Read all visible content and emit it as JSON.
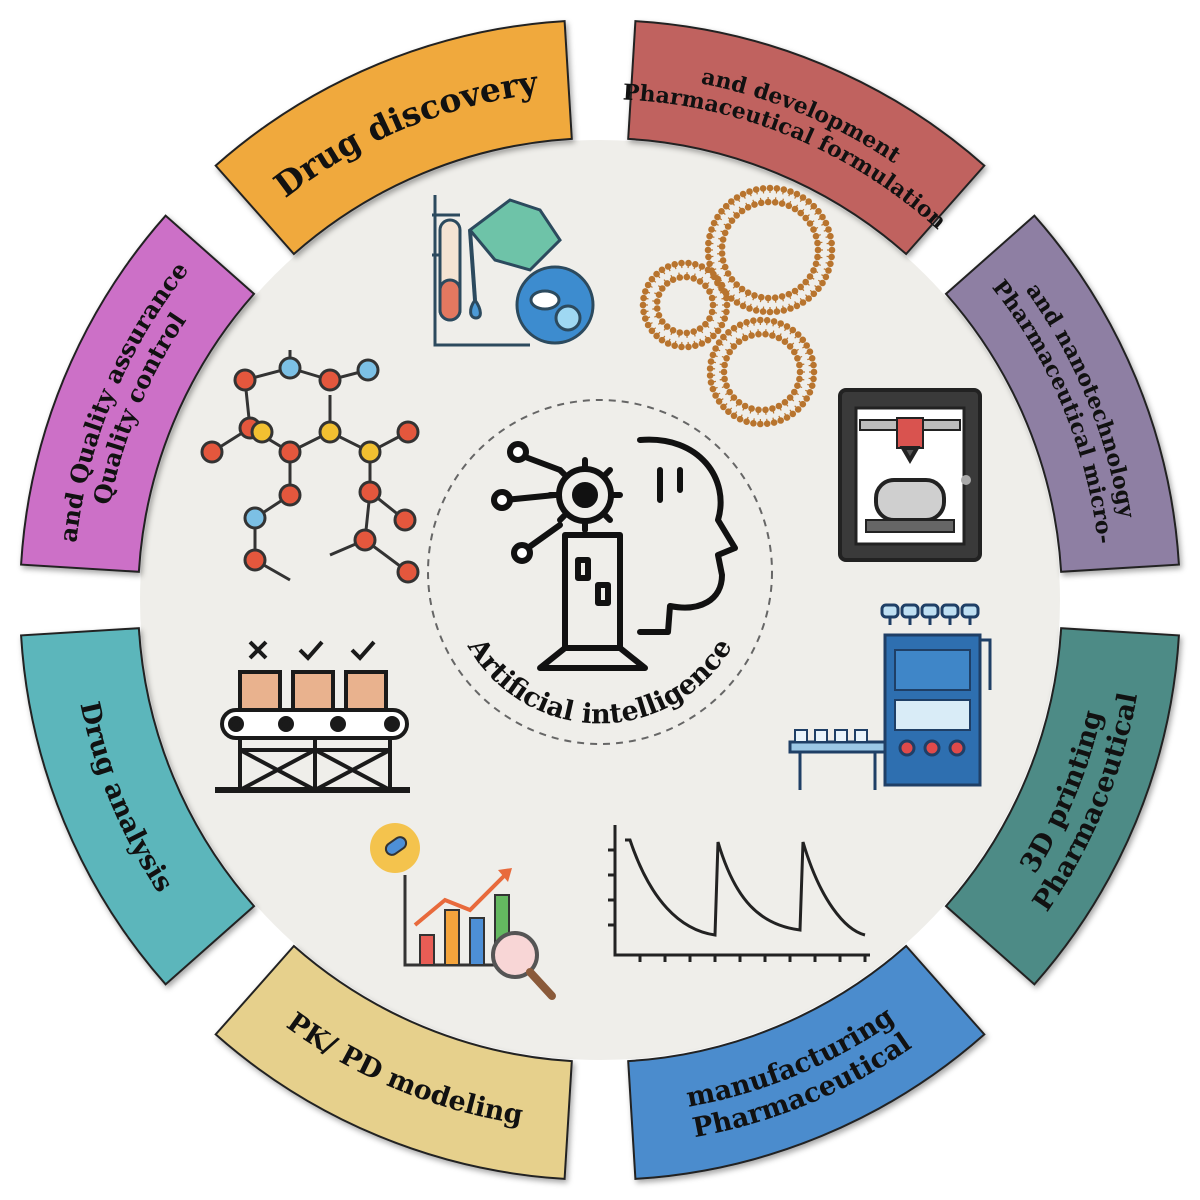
{
  "center": {
    "label": "Artificial intelligence",
    "icon": "ai-head-gear-icon"
  },
  "segments": [
    {
      "id": "formulation",
      "lines": [
        "Pharmaceutical formulation",
        "and development"
      ],
      "color": "#c0625e"
    },
    {
      "id": "nanotech",
      "lines": [
        "Pharmaceutical micro-",
        "and nanotechnology"
      ],
      "color": "#8e7fa3"
    },
    {
      "id": "printing",
      "lines": [
        "Pharmaceutical",
        "3D printing"
      ],
      "color": "#4e8b86"
    },
    {
      "id": "manufacturing",
      "lines": [
        "Pharmaceutical",
        "manufacturing"
      ],
      "color": "#4b8ccd"
    },
    {
      "id": "pkpd",
      "lines": [
        "PK/ PD modeling"
      ],
      "color": "#e6d08c"
    },
    {
      "id": "analysis",
      "lines": [
        "Drug analysis"
      ],
      "color": "#5bb6bb"
    },
    {
      "id": "quality",
      "lines": [
        "Quality control",
        "and Quality assurance"
      ],
      "color": "#cc6fc7"
    },
    {
      "id": "discovery",
      "lines": [
        "Drug discovery"
      ],
      "color": "#f0a93c"
    }
  ],
  "icons": [
    "molecule-structure-icon",
    "lab-hand-dropper-pills-icon",
    "liposome-nanoparticles-icon",
    "3d-printer-icon",
    "manufacturing-machine-icon",
    "pk-concentration-curve-icon",
    "data-analysis-chart-icon",
    "conveyor-quality-check-icon"
  ]
}
